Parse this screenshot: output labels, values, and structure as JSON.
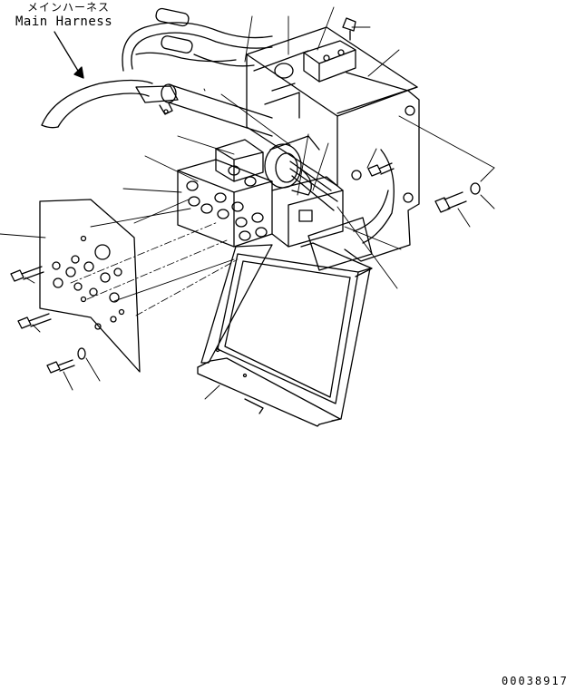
{
  "labels": {
    "harness_jp": "メインハーネス",
    "harness_en": "Main Harness",
    "drawing_number": "00038917"
  },
  "colors": {
    "line": "#000000",
    "background": "#ffffff"
  }
}
